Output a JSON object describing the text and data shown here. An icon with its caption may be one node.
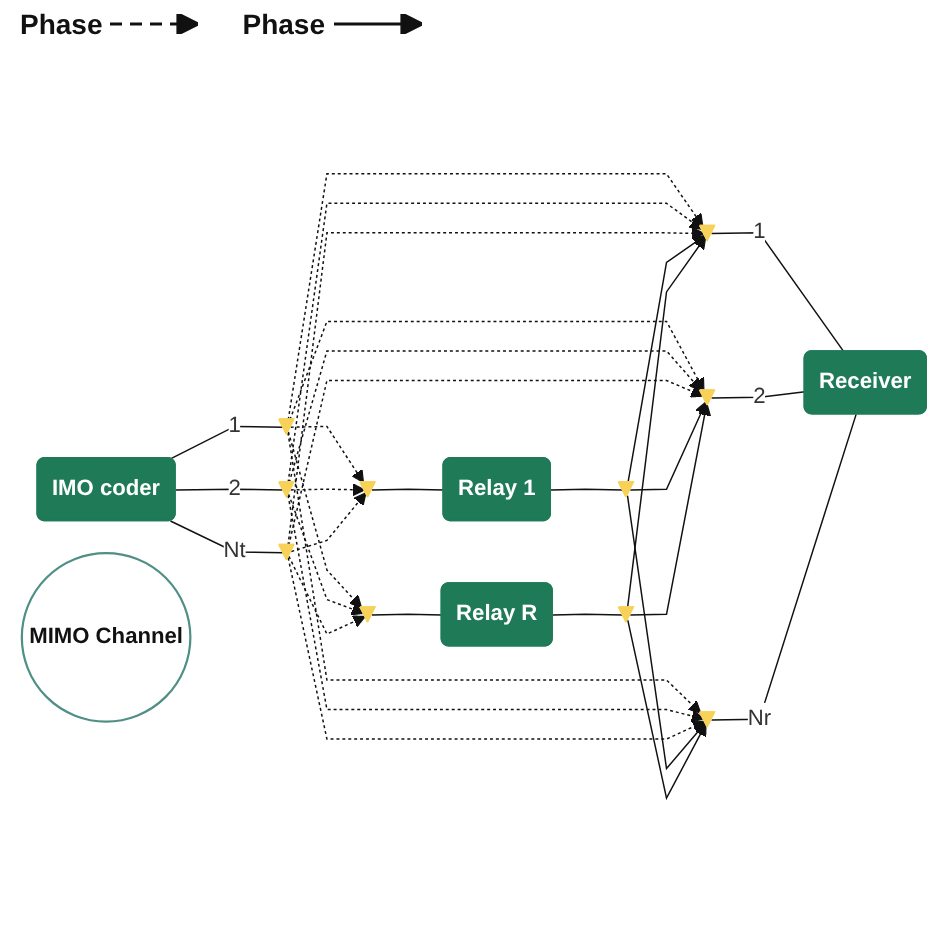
{
  "diagram": {
    "nodes": [
      {
        "text": [],
        "shape": "triangle"
      },
      {
        "text": [],
        "shape": "triangle"
      },
      {
        "text": [
          "Relay 1"
        ]
      },
      {
        "text": [],
        "shape": "triangle"
      },
      {
        "text": [],
        "shape": "triangle"
      },
      {
        "text": [
          "Relay R"
        ]
      },
      {
        "text": [
          "IMO coder"
        ]
      },
      {
        "text": [],
        "shape": "triangle"
      },
      {
        "text": [],
        "shape": "triangle"
      },
      {
        "text": [],
        "shape": "triangle"
      },
      {
        "text": [
          "MIMO Channel"
        ]
      },
      {
        "text": [],
        "shape": "triangle"
      },
      {
        "text": [],
        "shape": "triangle"
      },
      {
        "text": [],
        "shape": "triangle"
      },
      {
        "text": [
          "Receiver"
        ]
      }
    ],
    "edges": [
      {
        "from": 6,
        "to": 7,
        "arrow": "none",
        "label": "1"
      },
      {
        "from": 6,
        "to": 8,
        "arrow": "none",
        "label": "2"
      },
      {
        "from": 6,
        "to": 9,
        "arrow": "none",
        "label": "Nt"
      },
      {
        "from": 0,
        "to": 2,
        "arrow": "none"
      },
      {
        "from": 2,
        "to": 1,
        "arrow": "none"
      },
      {
        "from": 3,
        "to": 5,
        "arrow": "none"
      },
      {
        "from": 5,
        "to": 4,
        "arrow": "none"
      },
      {
        "from": 7,
        "to": 0,
        "arrow": "to",
        "style": "dashed"
      },
      {
        "from": 8,
        "to": 0,
        "arrow": "to",
        "style": "dashed"
      },
      {
        "from": 9,
        "to": 0,
        "arrow": "to",
        "style": "dashed"
      },
      {
        "from": 7,
        "to": 3,
        "arrow": "to",
        "style": "dashed"
      },
      {
        "from": 8,
        "to": 3,
        "arrow": "to",
        "style": "dashed"
      },
      {
        "from": 9,
        "to": 3,
        "arrow": "to",
        "style": "dashed"
      },
      {
        "from": 7,
        "to": 11,
        "arrow": "to",
        "style": "dashed"
      },
      {
        "from": 7,
        "to": 12,
        "arrow": "to",
        "style": "dashed"
      },
      {
        "from": 7,
        "to": 13,
        "arrow": "to",
        "style": "dashed"
      },
      {
        "from": 8,
        "to": 11,
        "arrow": "to",
        "style": "dashed"
      },
      {
        "from": 8,
        "to": 12,
        "arrow": "to",
        "style": "dashed"
      },
      {
        "from": 8,
        "to": 13,
        "arrow": "to",
        "style": "dashed"
      },
      {
        "from": 9,
        "to": 11,
        "arrow": "to",
        "style": "dashed"
      },
      {
        "from": 9,
        "to": 12,
        "arrow": "to",
        "style": "dashed"
      },
      {
        "from": 9,
        "to": 13,
        "arrow": "to",
        "style": "dashed"
      },
      {
        "from": 1,
        "to": 11,
        "arrow": "to"
      },
      {
        "from": 1,
        "to": 12,
        "arrow": "to"
      },
      {
        "from": 1,
        "to": 13,
        "arrow": "to"
      },
      {
        "from": 4,
        "to": 11,
        "arrow": "to"
      },
      {
        "from": 4,
        "to": 12,
        "arrow": "to"
      },
      {
        "from": 4,
        "to": 13,
        "arrow": "to"
      },
      {
        "from": 11,
        "to": 14,
        "arrow": "none",
        "label": "1"
      },
      {
        "from": 12,
        "to": 14,
        "arrow": "none",
        "label": "2"
      },
      {
        "from": 13,
        "to": 14,
        "arrow": "none",
        "label": "Nr"
      }
    ],
    "legend": [
      {
        "text": "Phase"
      },
      {
        "text": "Phase"
      }
    ]
  }
}
